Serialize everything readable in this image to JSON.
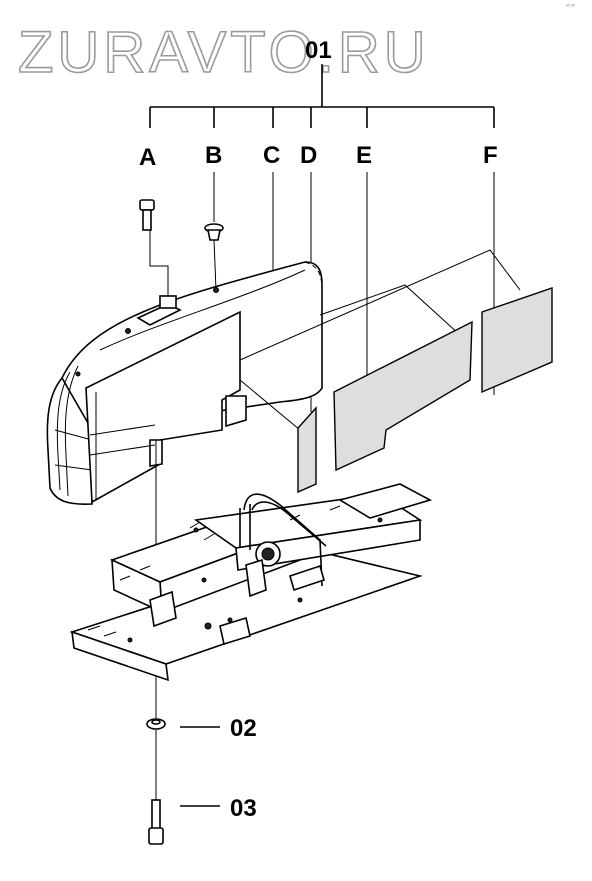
{
  "watermark": {
    "text": "ZURAVTO.RU",
    "small_mark": "ᵃᵗᵒᵐ"
  },
  "callouts": {
    "assembly": "01",
    "a": "A",
    "b": "B",
    "c": "C",
    "d": "D",
    "e": "E",
    "f": "F",
    "washer": "02",
    "bolt": "03"
  }
}
